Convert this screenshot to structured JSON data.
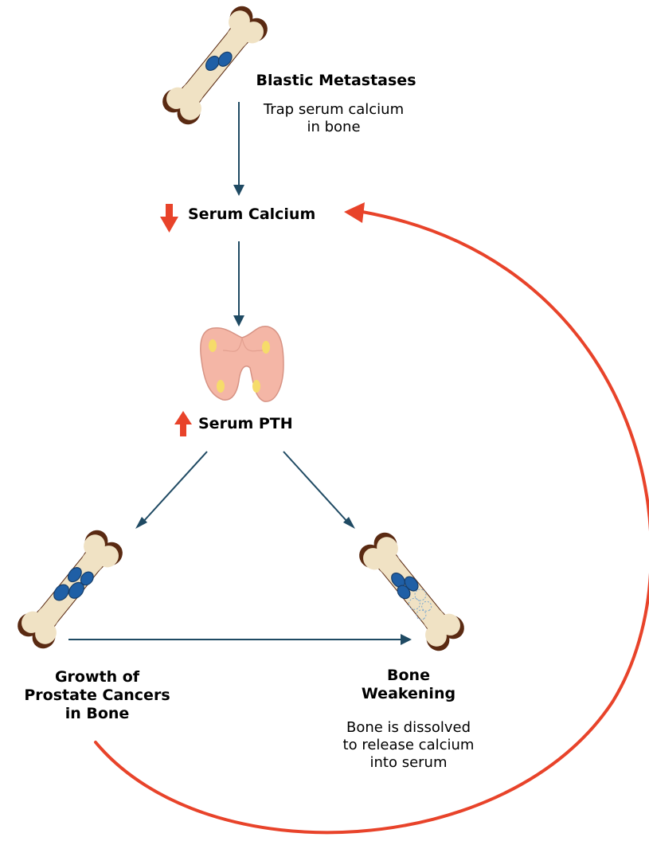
{
  "blastic": {
    "title": "Blastic Metastases",
    "note_line1": "Trap serum calcium",
    "note_line2": "in bone"
  },
  "serum_calcium": {
    "label": "Serum Calcium",
    "direction": "down"
  },
  "serum_pth": {
    "label": "Serum PTH",
    "direction": "up"
  },
  "growth": {
    "line1": "Growth of",
    "line2": "Prostate Cancers",
    "line3": "in Bone"
  },
  "weakening": {
    "line1": "Bone",
    "line2": "Weakening",
    "note_line1": "Bone is dissolved",
    "note_line2": "to release calcium",
    "note_line3": "into serum"
  },
  "colors": {
    "arrow": "#1f4a63",
    "feedback": "#e8432a",
    "bone_fill": "#f0e2c4",
    "bone_outline": "#5a2a12",
    "metastasis": "#1f5fa6",
    "thyroid": "#f4b6a6",
    "thyroid_spot": "#f6dc6a"
  }
}
